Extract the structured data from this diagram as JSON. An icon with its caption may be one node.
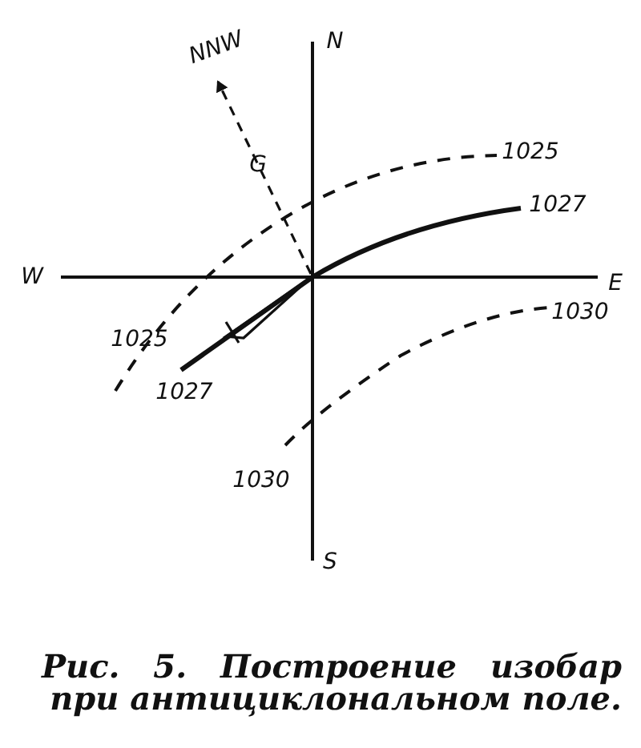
{
  "diagram": {
    "caption": "Рис. 5. Построение изобар при антициклональном поле.",
    "labels": [
      "NNW",
      "N",
      "G",
      "1025",
      "1027",
      "W",
      "E",
      "1030",
      "1025",
      "1027",
      "1030",
      "S"
    ]
  }
}
